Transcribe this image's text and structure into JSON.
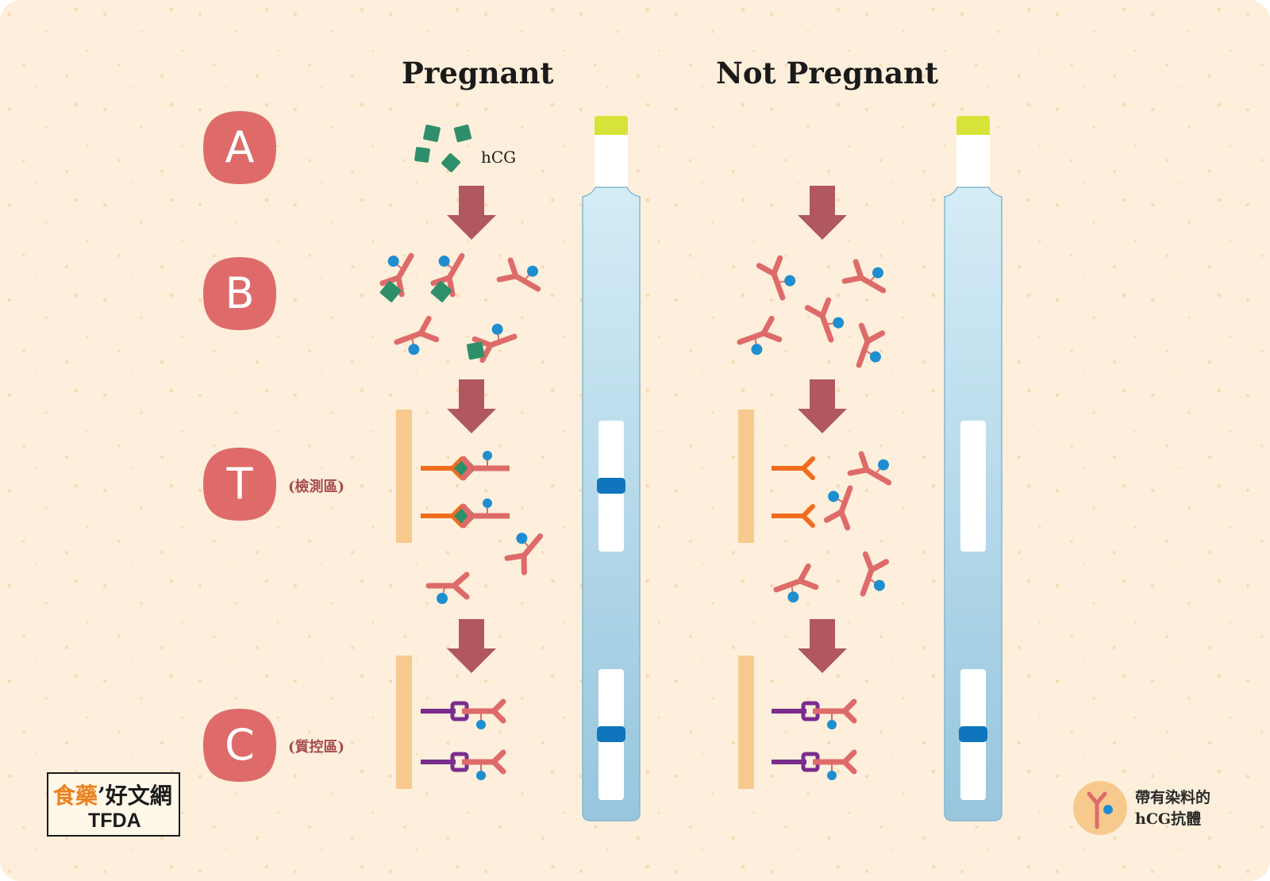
{
  "headings": {
    "pregnant": "Pregnant",
    "not_pregnant": "Not Pregnant"
  },
  "steps": [
    {
      "letter": "A",
      "label": ""
    },
    {
      "letter": "B",
      "label": ""
    },
    {
      "letter": "T",
      "label": "(檢測區)"
    },
    {
      "letter": "C",
      "label": "(質控區)"
    }
  ],
  "hcg_label": "hCG",
  "legend": {
    "line1": "帶有染料的",
    "line2": "hCG抗體"
  },
  "logo": {
    "part1": "食藥",
    "part2": "’好文網",
    "brand": "TFDA"
  },
  "colors": {
    "background": "#fdefdb",
    "step_circle": "#de6b6a",
    "arrow": "#b05760",
    "antibody": "#de6b6a",
    "dye": "#1f8ed0",
    "hcg": "#2f8f6a",
    "t_line_antibody": "#f26c1e",
    "c_line_antibody": "#7b2d8e",
    "membrane_bar": "#f8c98d",
    "strip": "#a8d3e5",
    "strip_cap": "#d6e43a",
    "band": "#0f75bc"
  }
}
